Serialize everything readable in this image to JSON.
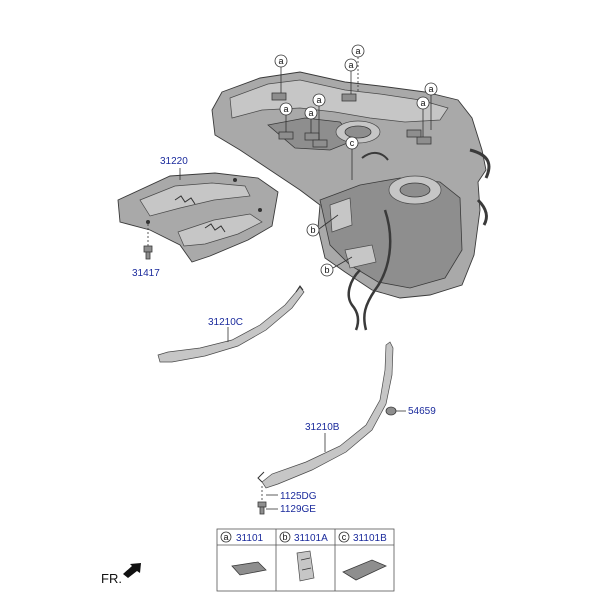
{
  "parts": {
    "heat_shield": "31220",
    "heat_shield_bolt": "31417",
    "band_front": "31210C",
    "band_rear": "31210B",
    "grommet": "54659",
    "bolt_1": "1125DG",
    "bolt_2": "1129GE"
  },
  "callouts": {
    "a": "a",
    "b": "b",
    "c": "c"
  },
  "legend": [
    {
      "letter": "a",
      "part": "31101"
    },
    {
      "letter": "b",
      "part": "31101A"
    },
    {
      "letter": "c",
      "part": "31101B"
    }
  ],
  "direction_label": "FR."
}
